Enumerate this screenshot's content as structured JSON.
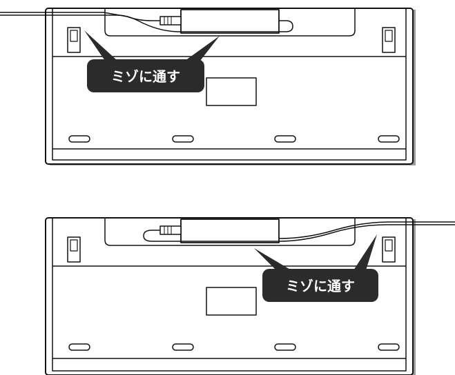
{
  "diagram": {
    "title": "",
    "panels": [
      {
        "id": "cable-left",
        "callout": "ミゾに通す",
        "cable_exit": "left"
      },
      {
        "id": "cable-right",
        "callout": "ミゾに通す",
        "cable_exit": "right"
      }
    ],
    "colors": {
      "line": "#111111",
      "body": "#ffffff",
      "callout_bg": "#2b2b2b",
      "callout_text": "#ffffff",
      "shadow": "#9a9a9a"
    }
  }
}
